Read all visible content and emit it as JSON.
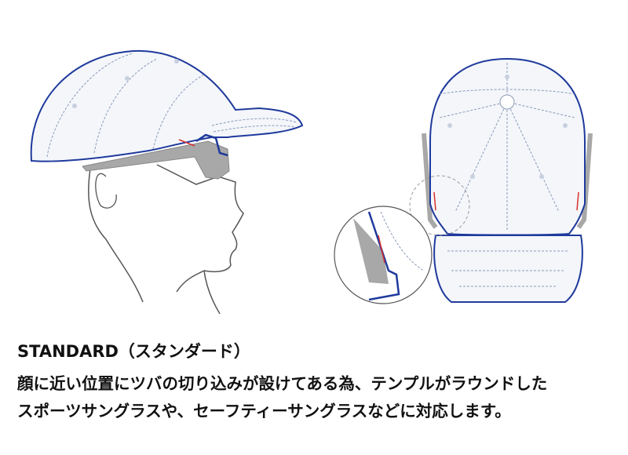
{
  "heading": "STANDARD（スタンダード）",
  "description_line1": "顔に近い位置にツバの切り込みが設けてある為、テンプルがラウンドした",
  "description_line2": "スポーツサングラスや、セーフティーサングラスなどに対応します。",
  "colors": {
    "cap_outline": "#1f3a9c",
    "stitch": "#8a9ab8",
    "cap_fill": "#f4f6fa",
    "face_line": "#555555",
    "glasses": "#a8a8a8",
    "accent_red": "#d83030"
  }
}
